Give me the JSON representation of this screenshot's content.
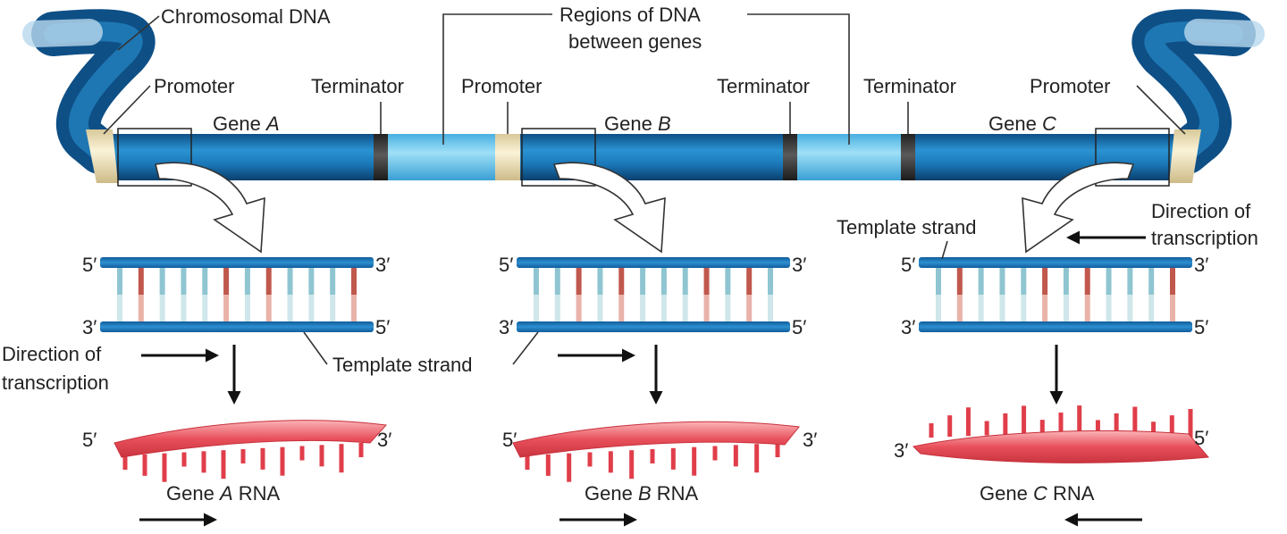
{
  "labels": {
    "chromosomal_dna": "Chromosomal DNA",
    "regions_between_genes_line1": "Regions of DNA",
    "regions_between_genes_line2": "between genes",
    "promoter": "Promoter",
    "terminator": "Terminator",
    "template_strand": "Template strand",
    "direction_line1": "Direction of",
    "direction_line2": "transcription"
  },
  "genes": [
    {
      "id": "A",
      "gene_label": "Gene ",
      "gene_letter": "A",
      "rna_prefix": "Gene ",
      "rna_letter": "A",
      "rna_suffix": " RNA"
    },
    {
      "id": "B",
      "gene_label": "Gene ",
      "gene_letter": "B",
      "rna_prefix": "Gene ",
      "rna_letter": "B",
      "rna_suffix": " RNA"
    },
    {
      "id": "C",
      "gene_label": "Gene ",
      "gene_letter": "C",
      "rna_prefix": "Gene ",
      "rna_letter": "C",
      "rna_suffix": " RNA"
    }
  ],
  "ends": {
    "five": "5′",
    "three": "3′"
  },
  "colors": {
    "dna_blue": "#1f7fc0",
    "dna_dark": "#0d4f86",
    "intergenic": "#7fd0f0",
    "promoter": "#f2e7c4",
    "terminator": "#3c3c3c",
    "rna": "#e8505b",
    "base_pale": "#cfe7ea",
    "base_red": "#c0584d"
  }
}
